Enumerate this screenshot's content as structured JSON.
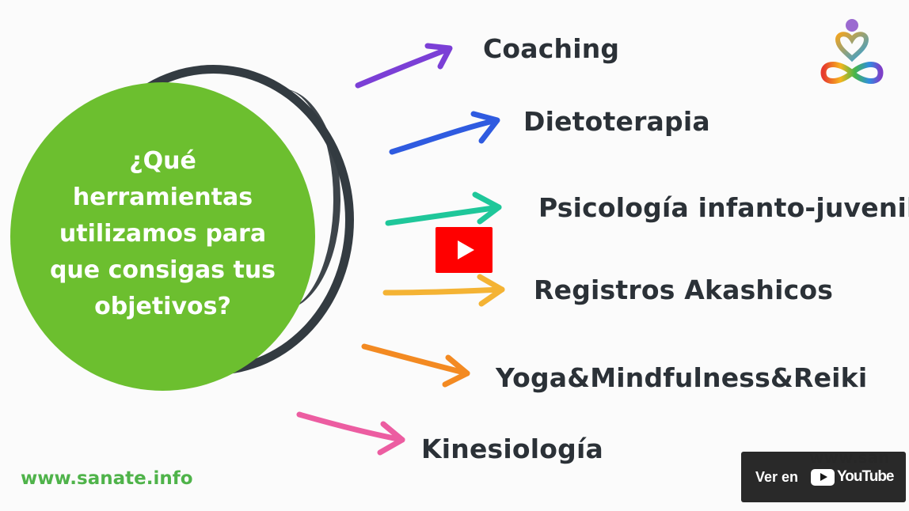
{
  "video": {
    "question": "¿Qué herramientas utilizamos para que consigas tus objetivos?",
    "tools": [
      {
        "label": "Coaching",
        "color": "#7b3fd6"
      },
      {
        "label": "Dietoterapia",
        "color": "#2f5be0"
      },
      {
        "label": "Psicología infanto-juvenil",
        "color": "#1fc79a"
      },
      {
        "label": "Registros Akashicos",
        "color": "#f4b334"
      },
      {
        "label": "Yoga&Mindfulness&Reiki",
        "color": "#f38a22"
      },
      {
        "label": "Kinesiología",
        "color": "#ec5da1"
      }
    ],
    "website": "www.sanate.info",
    "faint_url": "www.san"
  },
  "player": {
    "watch_on": "Ver en",
    "youtube_brand": "YouTube"
  },
  "colors": {
    "green": "#6cbf2f",
    "ring": "#333b41",
    "youtube_red": "#ff0000"
  }
}
